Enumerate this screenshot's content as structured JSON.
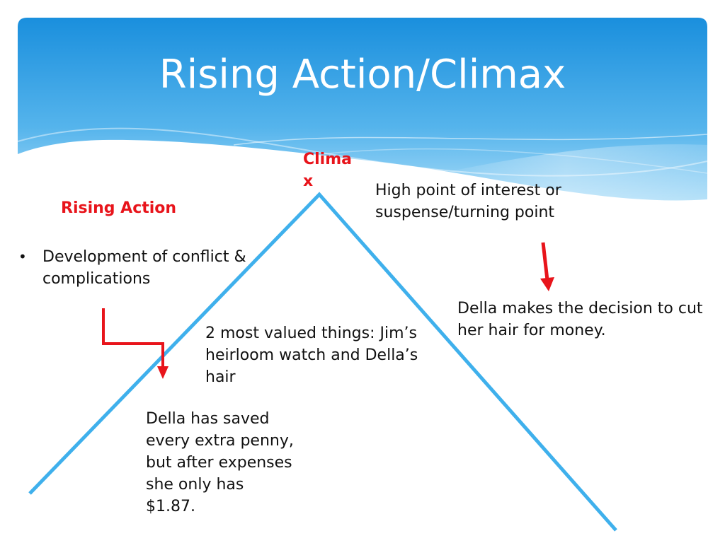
{
  "slide": {
    "title": "Rising Action/Climax"
  },
  "labels": {
    "climax": "Climax",
    "rising_action": "Rising Action"
  },
  "bullets": [
    {
      "text": "Development of conflict & complications"
    }
  ],
  "bullet_symbol": "•",
  "notes": {
    "climax_definition": "High point of interest or suspense/turning point",
    "della_decision": "Della makes the decision to cut her hair for money.",
    "most_valued": "2 most valued things: Jim’s heirloom watch and Della’s hair",
    "della_saved": "Della has saved every extra penny, but after expenses she only has $1.87."
  },
  "colors": {
    "header_light": "#a9dcf8",
    "header_dark": "#1a8fdd",
    "mountain_line": "#3fb0ec",
    "arrow": "#e8141b",
    "label_red": "#e8141b",
    "text": "#111111"
  },
  "icons": {
    "bullet": "bullet-dot-icon",
    "arrow_right": "red-down-arrow-icon",
    "arrow_left": "red-elbow-arrow-icon"
  }
}
